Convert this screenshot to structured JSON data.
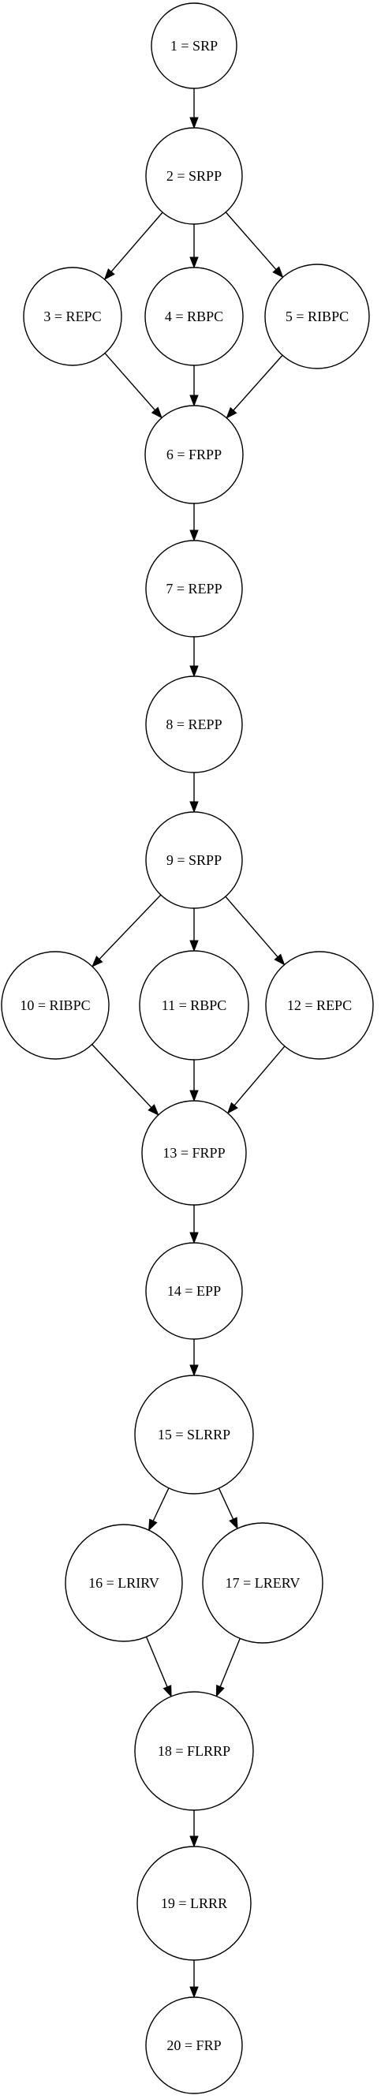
{
  "nodes": [
    {
      "id": "n1",
      "label": "1 = SRP"
    },
    {
      "id": "n2",
      "label": "2 = SRPP"
    },
    {
      "id": "n3",
      "label": "3 = REPC"
    },
    {
      "id": "n4",
      "label": "4 = RBPC"
    },
    {
      "id": "n5",
      "label": "5 = RIBPC"
    },
    {
      "id": "n6",
      "label": "6 = FRPP"
    },
    {
      "id": "n7",
      "label": "7 = REPP"
    },
    {
      "id": "n8",
      "label": "8 = REPP"
    },
    {
      "id": "n9",
      "label": "9 = SRPP"
    },
    {
      "id": "n10",
      "label": "10 = RIBPC"
    },
    {
      "id": "n11",
      "label": "11 = RBPC"
    },
    {
      "id": "n12",
      "label": "12 = REPC"
    },
    {
      "id": "n13",
      "label": "13 = FRPP"
    },
    {
      "id": "n14",
      "label": "14 = EPP"
    },
    {
      "id": "n15",
      "label": "15 = SLRRP"
    },
    {
      "id": "n16",
      "label": "16 = LRIRV"
    },
    {
      "id": "n17",
      "label": "17 = LRERV"
    },
    {
      "id": "n18",
      "label": "18 = FLRRP"
    },
    {
      "id": "n19",
      "label": "19 = LRRR"
    },
    {
      "id": "n20",
      "label": "20 = FRP"
    }
  ],
  "edges": [
    {
      "from": "n1",
      "to": "n2"
    },
    {
      "from": "n2",
      "to": "n3"
    },
    {
      "from": "n2",
      "to": "n4"
    },
    {
      "from": "n2",
      "to": "n5"
    },
    {
      "from": "n3",
      "to": "n6"
    },
    {
      "from": "n4",
      "to": "n6"
    },
    {
      "from": "n5",
      "to": "n6"
    },
    {
      "from": "n6",
      "to": "n7"
    },
    {
      "from": "n7",
      "to": "n8"
    },
    {
      "from": "n8",
      "to": "n9"
    },
    {
      "from": "n9",
      "to": "n10"
    },
    {
      "from": "n9",
      "to": "n11"
    },
    {
      "from": "n9",
      "to": "n12"
    },
    {
      "from": "n10",
      "to": "n13"
    },
    {
      "from": "n11",
      "to": "n13"
    },
    {
      "from": "n12",
      "to": "n13"
    },
    {
      "from": "n13",
      "to": "n14"
    },
    {
      "from": "n14",
      "to": "n15"
    },
    {
      "from": "n15",
      "to": "n16"
    },
    {
      "from": "n15",
      "to": "n17"
    },
    {
      "from": "n16",
      "to": "n18"
    },
    {
      "from": "n17",
      "to": "n18"
    },
    {
      "from": "n18",
      "to": "n19"
    },
    {
      "from": "n19",
      "to": "n20"
    }
  ]
}
